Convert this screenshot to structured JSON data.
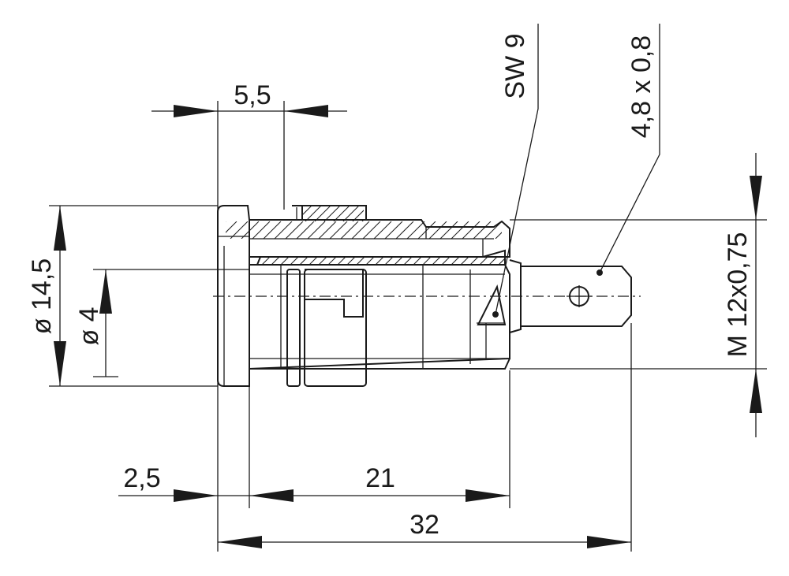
{
  "drawing": {
    "dimensions": {
      "width_flange": "5,5",
      "hex_size": "SW 9",
      "tab_size": "4,8 x 0,8",
      "outer_diameter": "ø 14,5",
      "inner_diameter": "ø 4",
      "thread": "M 12x0,75",
      "flange_offset": "2,5",
      "body_length": "21",
      "total_length": "32"
    }
  }
}
